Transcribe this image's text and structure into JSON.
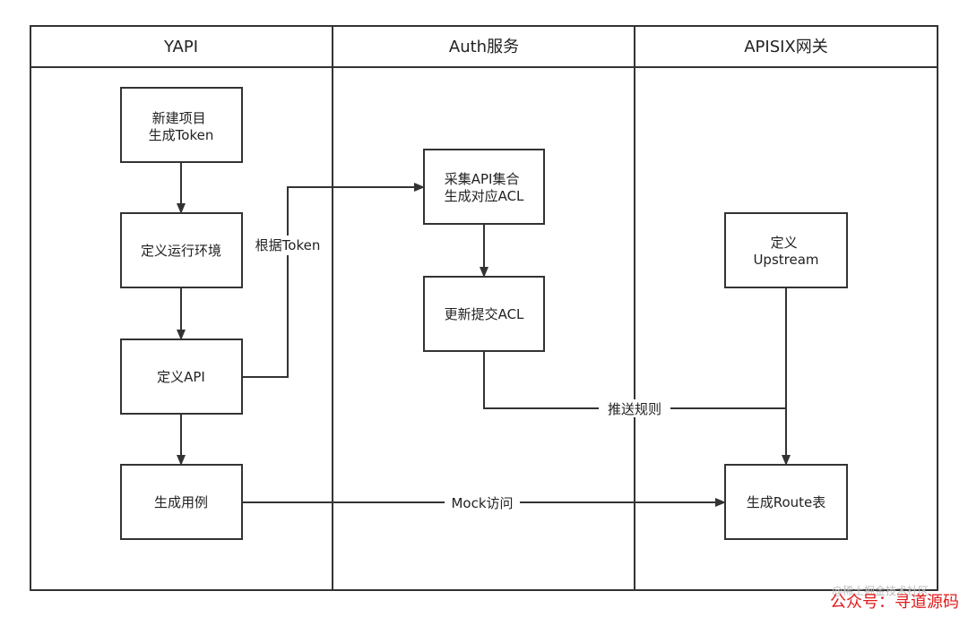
{
  "lanes": [
    {
      "id": "yapi",
      "title": "YAPI"
    },
    {
      "id": "auth",
      "title": "Auth服务"
    },
    {
      "id": "apisix",
      "title": "APISIX网关"
    }
  ],
  "nodes": {
    "new_project": {
      "lines": [
        "新建项目",
        "生成Token"
      ]
    },
    "define_env": {
      "lines": [
        "定义运行环境"
      ]
    },
    "define_api": {
      "lines": [
        "定义API"
      ]
    },
    "gen_cases": {
      "lines": [
        "生成用例"
      ]
    },
    "collect_api": {
      "lines": [
        "采集API集合",
        "生成对应ACL"
      ]
    },
    "update_acl": {
      "lines": [
        "更新提交ACL"
      ]
    },
    "define_upstream": {
      "lines": [
        "定义",
        "Upstream"
      ]
    },
    "gen_route": {
      "lines": [
        "生成Route表"
      ]
    }
  },
  "edges": {
    "token_label": "根据Token",
    "push_label": "推送规则",
    "mock_label": "Mock访问"
  },
  "watermark": {
    "faint": "@稀土掘金技术社区",
    "red": "公众号：寻道源码"
  }
}
